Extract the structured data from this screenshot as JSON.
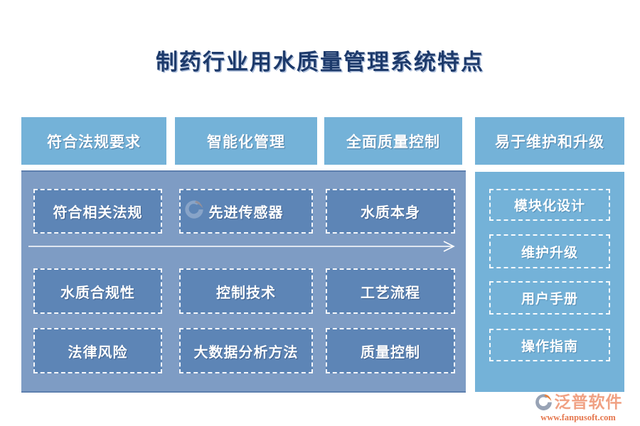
{
  "title": "制药行业用水质量管理系统特点",
  "columns": [
    {
      "header": "符合法规要求",
      "items": [
        "符合相关法规",
        "水质合规性",
        "法律风险"
      ]
    },
    {
      "header": "智能化管理",
      "items": [
        "先进传感器",
        "控制技术",
        "大数据分析方法"
      ]
    },
    {
      "header": "全面质量控制",
      "items": [
        "水质本身",
        "工艺流程",
        "质量控制"
      ]
    },
    {
      "header": "易于维护和升级",
      "items": [
        "模块化设计",
        "维护升级",
        "用户手册",
        "操作指南"
      ]
    }
  ],
  "footer": {
    "brand": "泛普软件",
    "url": "www.fanpusoft.com"
  },
  "icons": {
    "arrow": "right-arrow-icon",
    "logo": "fanpu-logo-icon",
    "watermark": "fanpu-logo-watermark"
  },
  "colors": {
    "light_blue": "#74b2d8",
    "panel_blue": "#7e9cc4",
    "box_blue": "#5d85b6",
    "title_navy": "#1d3a6b",
    "brand_orange": "#f0a183",
    "url_orange": "#e5764d",
    "logo_gray": "#98a3b5",
    "logo_orange": "#e8823c"
  }
}
